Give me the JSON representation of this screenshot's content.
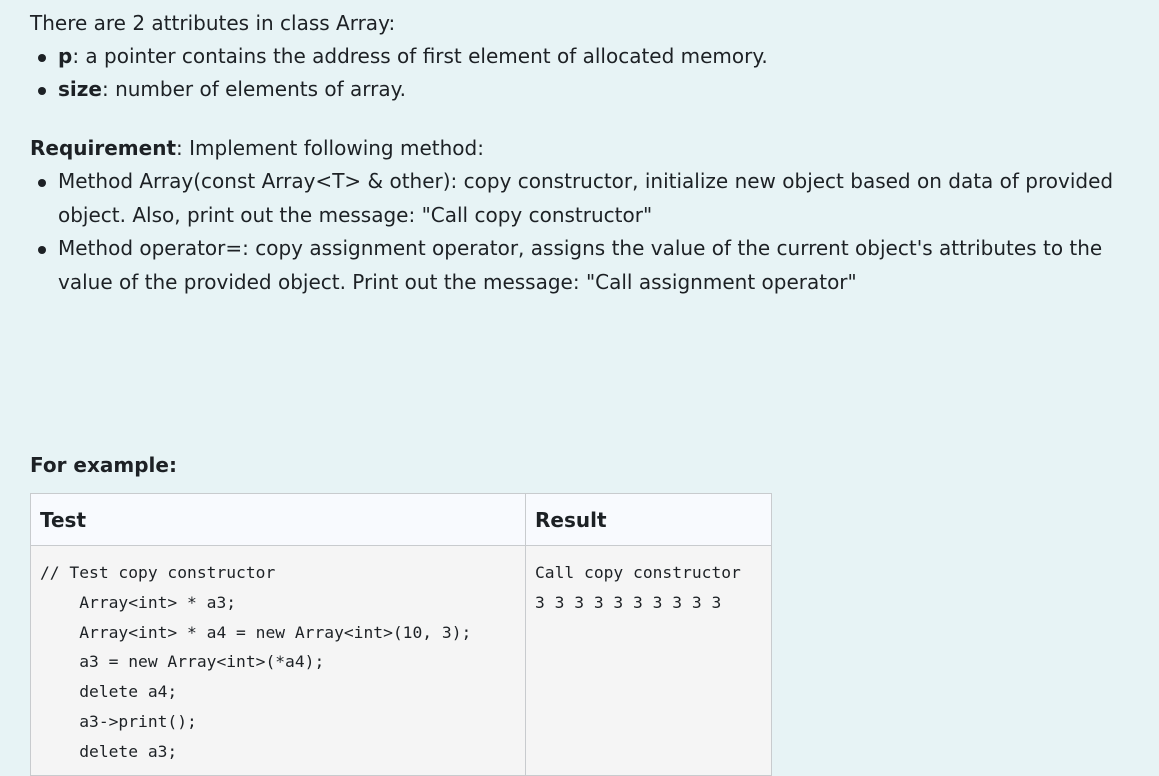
{
  "intro": "There are 2 attributes in class Array:",
  "attributes": [
    {
      "name": "p",
      "desc": ": a pointer contains the address of first element of allocated memory."
    },
    {
      "name": "size",
      "desc": ": number of elements of array."
    }
  ],
  "requirement": {
    "label": "Requirement",
    "text": ": Implement following method:"
  },
  "methods": [
    "Method Array(const Array<T> & other): copy constructor, initialize new object based on data of provided object. Also, print out the message: \"Call copy constructor\"",
    "Method operator=: copy assignment operator, assigns the value of the current object's attributes to the value of the provided object. Print out the message: \"Call assignment operator\""
  ],
  "example_heading": "For example:",
  "table": {
    "headers": [
      "Test",
      "Result"
    ],
    "rows": [
      {
        "test": "// Test copy constructor\n    Array<int> * a3;\n    Array<int> * a4 = new Array<int>(10, 3);\n    a3 = new Array<int>(*a4);\n    delete a4;\n    a3->print();\n    delete a3;",
        "result": "Call copy constructor\n3 3 3 3 3 3 3 3 3 3"
      }
    ]
  }
}
